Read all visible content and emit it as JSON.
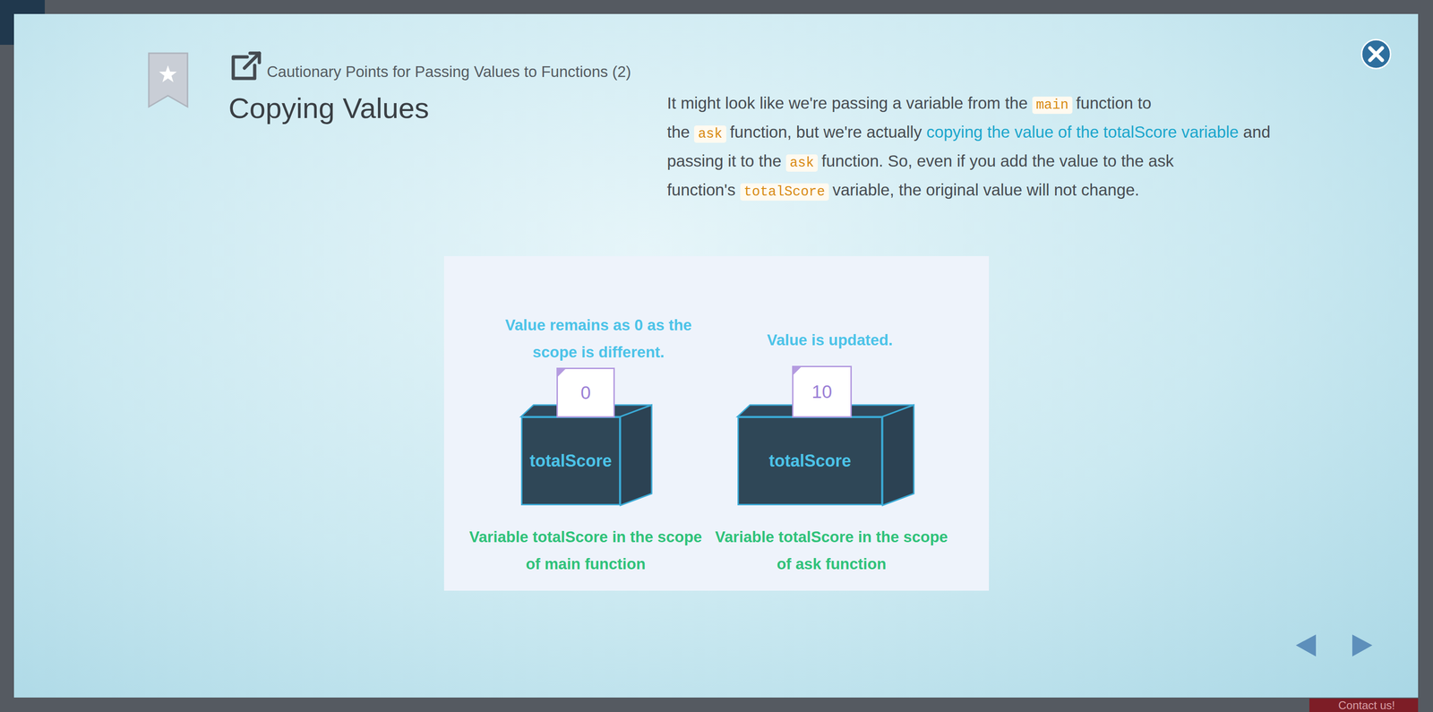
{
  "diagram": {
    "title": "Copying Values",
    "nodes": [
      {
        "text": [
          "0"
        ]
      },
      {
        "text": [
          "totalScore",
          "Variable totalScore in the scope of main function"
        ]
      },
      {
        "text": [
          "10"
        ]
      },
      {
        "text": [
          "totalScore",
          "Variable totalScore in the scope of ask function"
        ]
      }
    ],
    "labels": [
      "Cautionary Points for Passing Values to Functions (2)",
      "It might look like we're passing a variable from the",
      "main",
      "function to the",
      "ask",
      "function, but we're actually",
      "copying the value of the totalScore variable",
      "and passing it to the",
      "ask",
      "function. So, even if you add the value to the ask function's",
      "totalScore",
      "variable, the original value will not change.",
      "Value remains as 0 as the scope is different.",
      "Value is updated.",
      "Contact us!"
    ]
  }
}
